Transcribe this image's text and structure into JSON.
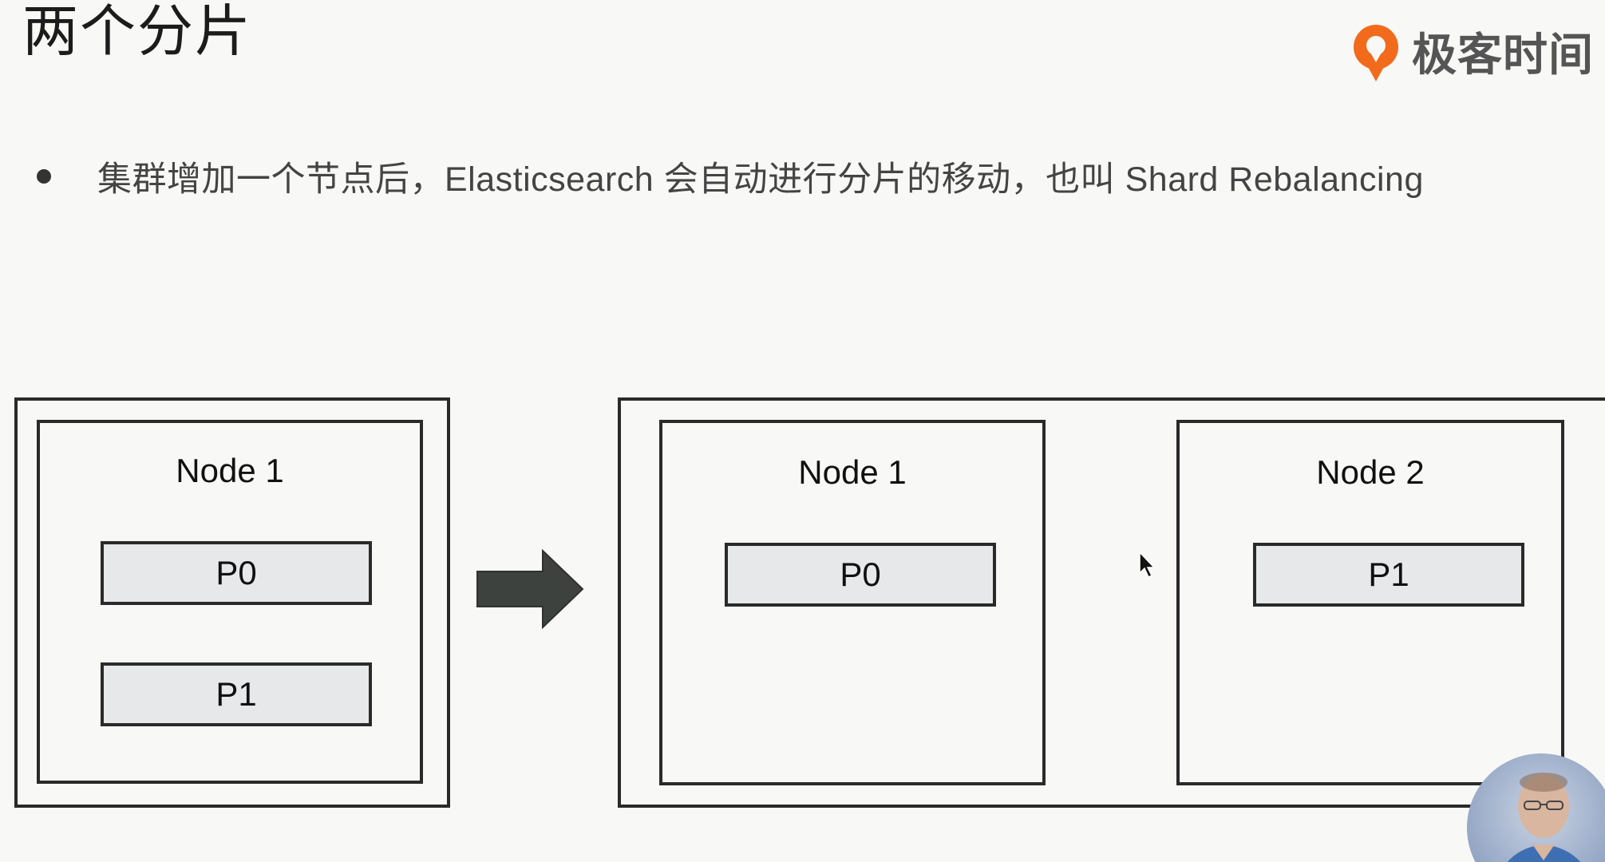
{
  "slide": {
    "title": "两个分片",
    "brand": {
      "name": "极客时间",
      "logo_icon": "geektime-logo-icon",
      "accent": "#f26b1d"
    },
    "bullet": {
      "text": "集群增加一个节点后，Elasticsearch 会自动进行分片的移动，也叫 Shard Rebalancing"
    },
    "before": {
      "nodes": [
        {
          "label": "Node 1",
          "shards": [
            "P0",
            "P1"
          ]
        }
      ]
    },
    "transition_icon": "right-arrow-icon",
    "after": {
      "nodes": [
        {
          "label": "Node 1",
          "shards": [
            "P0"
          ]
        },
        {
          "label": "Node 2",
          "shards": [
            "P1"
          ]
        }
      ]
    },
    "colors": {
      "background": "#f8f8f6",
      "shard_fill": "#e6e8ea",
      "border": "#2a2a2a",
      "arrow": "#3e423e"
    }
  }
}
